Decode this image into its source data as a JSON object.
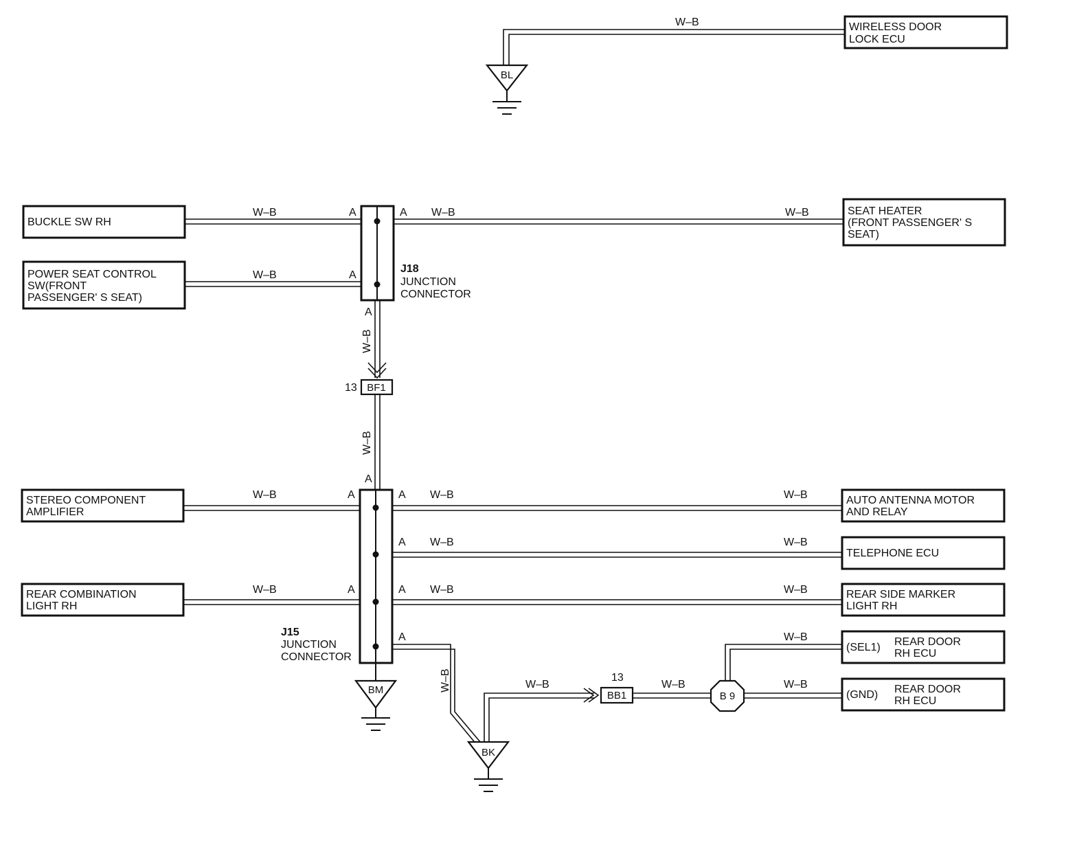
{
  "wire_color": "W–B",
  "pin_letter": "A",
  "components": {
    "wireless_door_lock": [
      "WIRELESS DOOR",
      "LOCK ECU"
    ],
    "buckle_sw": [
      "BUCKLE SW RH"
    ],
    "power_seat": [
      "POWER SEAT CONTROL",
      "SW(FRONT",
      "PASSENGER' S SEAT)"
    ],
    "seat_heater": [
      "SEAT HEATER",
      "(FRONT PASSENGER' S",
      " SEAT)"
    ],
    "stereo_amp": [
      "STEREO COMPONENT",
      "AMPLIFIER"
    ],
    "auto_antenna": [
      "AUTO ANTENNA MOTOR",
      "AND RELAY"
    ],
    "telephone_ecu": [
      "TELEPHONE ECU"
    ],
    "rear_combination": [
      "REAR COMBINATION",
      "LIGHT RH"
    ],
    "rear_side_marker": [
      "REAR SIDE MARKER",
      "LIGHT RH"
    ],
    "rear_door_sel1": {
      "pin": "(SEL1)",
      "name": [
        "REAR DOOR",
        "RH ECU"
      ]
    },
    "rear_door_gnd": {
      "pin": "(GND)",
      "name": [
        "REAR DOOR",
        "RH ECU"
      ]
    }
  },
  "junctions": {
    "j18": {
      "id": "J18",
      "name": [
        "JUNCTION",
        "CONNECTOR"
      ]
    },
    "j15": {
      "id": "J15",
      "name": [
        "JUNCTION",
        "CONNECTOR"
      ]
    }
  },
  "connectors": {
    "bf1": {
      "label": "BF1",
      "pin": "13"
    },
    "bb1": {
      "label": "BB1",
      "pin": "13"
    },
    "b9": {
      "label": "B 9"
    }
  },
  "grounds": {
    "bl": "BL",
    "bm": "BM",
    "bk": "BK"
  }
}
